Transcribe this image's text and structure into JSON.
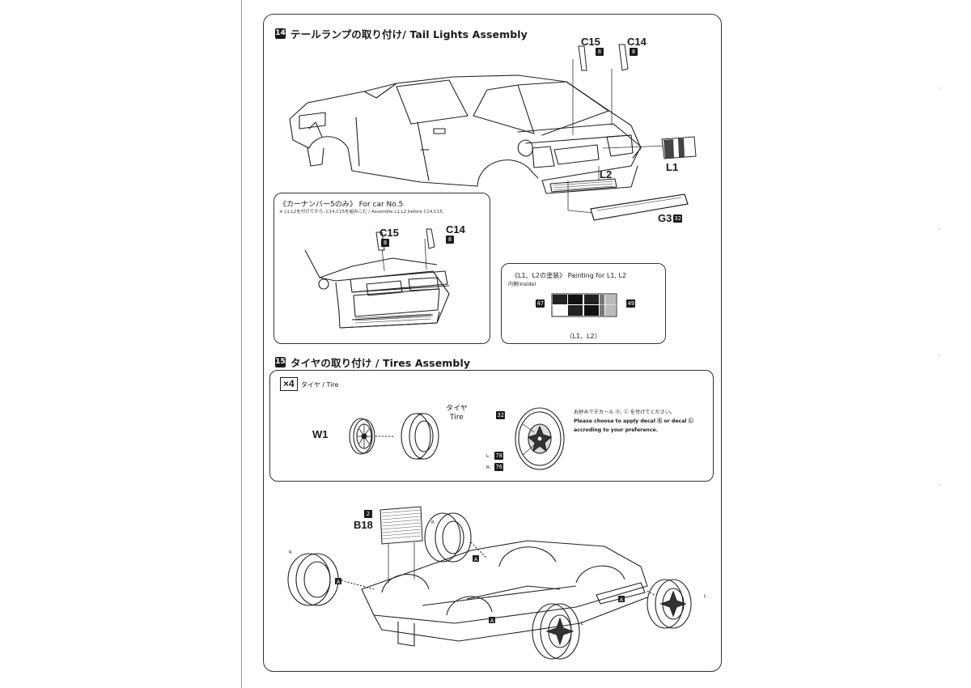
{
  "step14": {
    "number": "14",
    "title": "テールランプの取り付け/ Tail Lights Assembly",
    "parts": {
      "c15": "C15",
      "c15_badge": "8",
      "c14": "C14",
      "c14_badge": "8",
      "l1": "L1",
      "l2": "L2",
      "g3": "G3",
      "g3_badge": "32"
    },
    "inset": {
      "title": "《カーナンバー5のみ》 For car No.5",
      "note": "※ L1,L2を付けてから, C14,C15を組みこむ / Assemble L1,L2 before C14,C15.",
      "c15": "C15",
      "c15_badge": "8",
      "c14": "C14",
      "c14_badge": "8"
    },
    "painting": {
      "title": "《L1、L2の塗装》 Painting for L1, L2",
      "subtitle": "内側(Inside)",
      "left_badge": "47",
      "right_badge": "49",
      "caption": "〈L1、L2〉"
    }
  },
  "step15": {
    "number": "15",
    "title": "タイヤの取り付け / Tires Assembly",
    "multiplier": "×4",
    "tire_label": "タイヤ / Tire",
    "w1": "W1",
    "tire_side_label_jp": "タイヤ",
    "tire_side_label_en": "Tire",
    "wheel_badge": "32",
    "l_prefix": "L:",
    "l_badge": "78",
    "r_prefix": "R:",
    "r_badge": "76",
    "decal_note_jp": "お好みでデカール Ⓐ, Ⓛ を付けてください。",
    "decal_note_en1": "Please choose to apply decal Ⓐ or decal Ⓛ",
    "decal_note_en2": "accroding to your preference.",
    "b18": "B18",
    "b18_badge": "2",
    "side_r": "R",
    "side_l": "L",
    "decal_letter": "A"
  }
}
